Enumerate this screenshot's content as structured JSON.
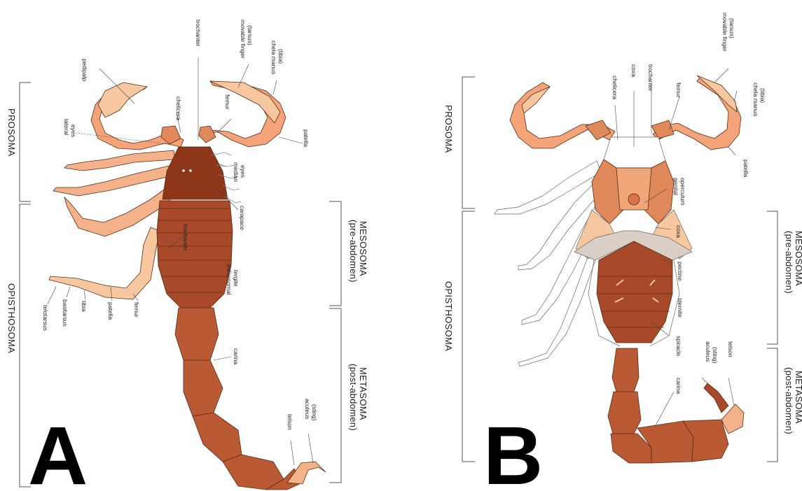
{
  "panels": {
    "a": {
      "letter": "A",
      "regions": {
        "prosoma": "PROSOMA",
        "opisthosoma": "OPISTHOSOMA",
        "mesosoma": "MESOSOMA",
        "mesosoma_sub": "(pre-abdomen)",
        "metasoma": "METASOMA",
        "metasoma_sub": "(post-abdomen)"
      },
      "labels": {
        "pedipalp": "pedipalp",
        "chelicera": "chelicera",
        "trochanter": "trochanter",
        "movable_finger": "movable finger",
        "tarsus": "(tarsus)",
        "chela_manus": "chela manus",
        "tibia_par": "(tibia)",
        "femur_top": "femur",
        "patella_top": "patella",
        "lateral": "lateral",
        "eyes_lateral": "eyes",
        "median": "median",
        "eyes_median": "eyes",
        "carapace": "carapace",
        "mesosomal": "mesosomal",
        "tergite": "tergite",
        "trochanter_leg": "trochanter",
        "carina": "carina",
        "telotarsus": "telotarsus",
        "basitarsus": "basitarsus",
        "tibia": "tibia",
        "patella_leg": "patella",
        "femur_leg": "femur",
        "telson": "telson",
        "aculeus": "aculeus",
        "sting": "(sting)"
      }
    },
    "b": {
      "letter": "B",
      "regions": {
        "prosoma": "PROSOMA",
        "opisthosoma": "OPISTHOSOMA",
        "mesosoma": "MESOSOMA",
        "mesosoma_sub": "(pre-abdomen)",
        "metasoma": "METASOMA",
        "metasoma_sub": "(post-abdomen)"
      },
      "labels": {
        "chelicera": "chelicera",
        "coxa_top": "coxa",
        "trochanter": "trochanter",
        "femur": "femur",
        "movable_finger": "movable finger",
        "tarsus": "(tarsus)",
        "chela_manus": "chela manus",
        "tibia_par": "(tibia)",
        "patella": "patella",
        "genital": "genital",
        "operculum": "operculum",
        "coxa_mid": "coxa",
        "pectine": "pectine",
        "sternite": "sternite",
        "spiracle": "spiracle",
        "carina": "carina",
        "aculeus": "aculeus",
        "sting": "(sting)",
        "telson": "telson"
      }
    }
  },
  "colors": {
    "pale": "#f7c7a0",
    "light": "#f2a77a",
    "mid": "#e0885a",
    "dark": "#a84a2a",
    "darker": "#8e3618",
    "tail": "#b95a35",
    "white": "#ffffff"
  }
}
